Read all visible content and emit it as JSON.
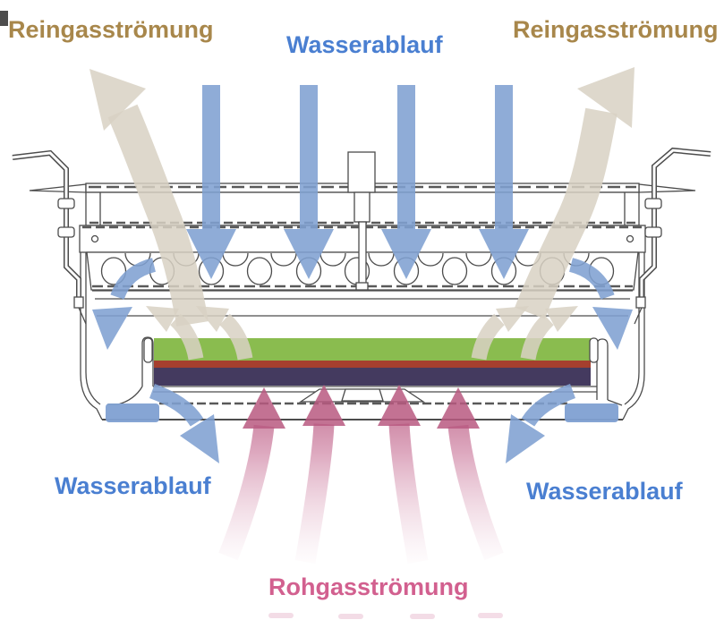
{
  "diagram": {
    "labels": {
      "clean_gas_left": "Reingasströmung",
      "clean_gas_right": "Reingasströmung",
      "water_drain_top": "Wasserablauf",
      "water_drain_bottom_left": "Wasserablauf",
      "water_drain_bottom_right": "Wasserablauf",
      "raw_gas_bottom": "Rohgasströmung"
    },
    "colors": {
      "clean_gas_text": "#a8874b",
      "clean_gas_arrow": "#d8d1c3",
      "water_text": "#4a7fd1",
      "water_arrow": "#7fa0d2",
      "raw_gas_text": "#d2608f",
      "raw_gas_arrow": "#b85980",
      "filter_layer_top": "#8abc4f",
      "filter_layer_middle": "#a53f2e",
      "filter_layer_bottom": "#443a5f",
      "drawing_line": "#4c4c4c"
    }
  }
}
